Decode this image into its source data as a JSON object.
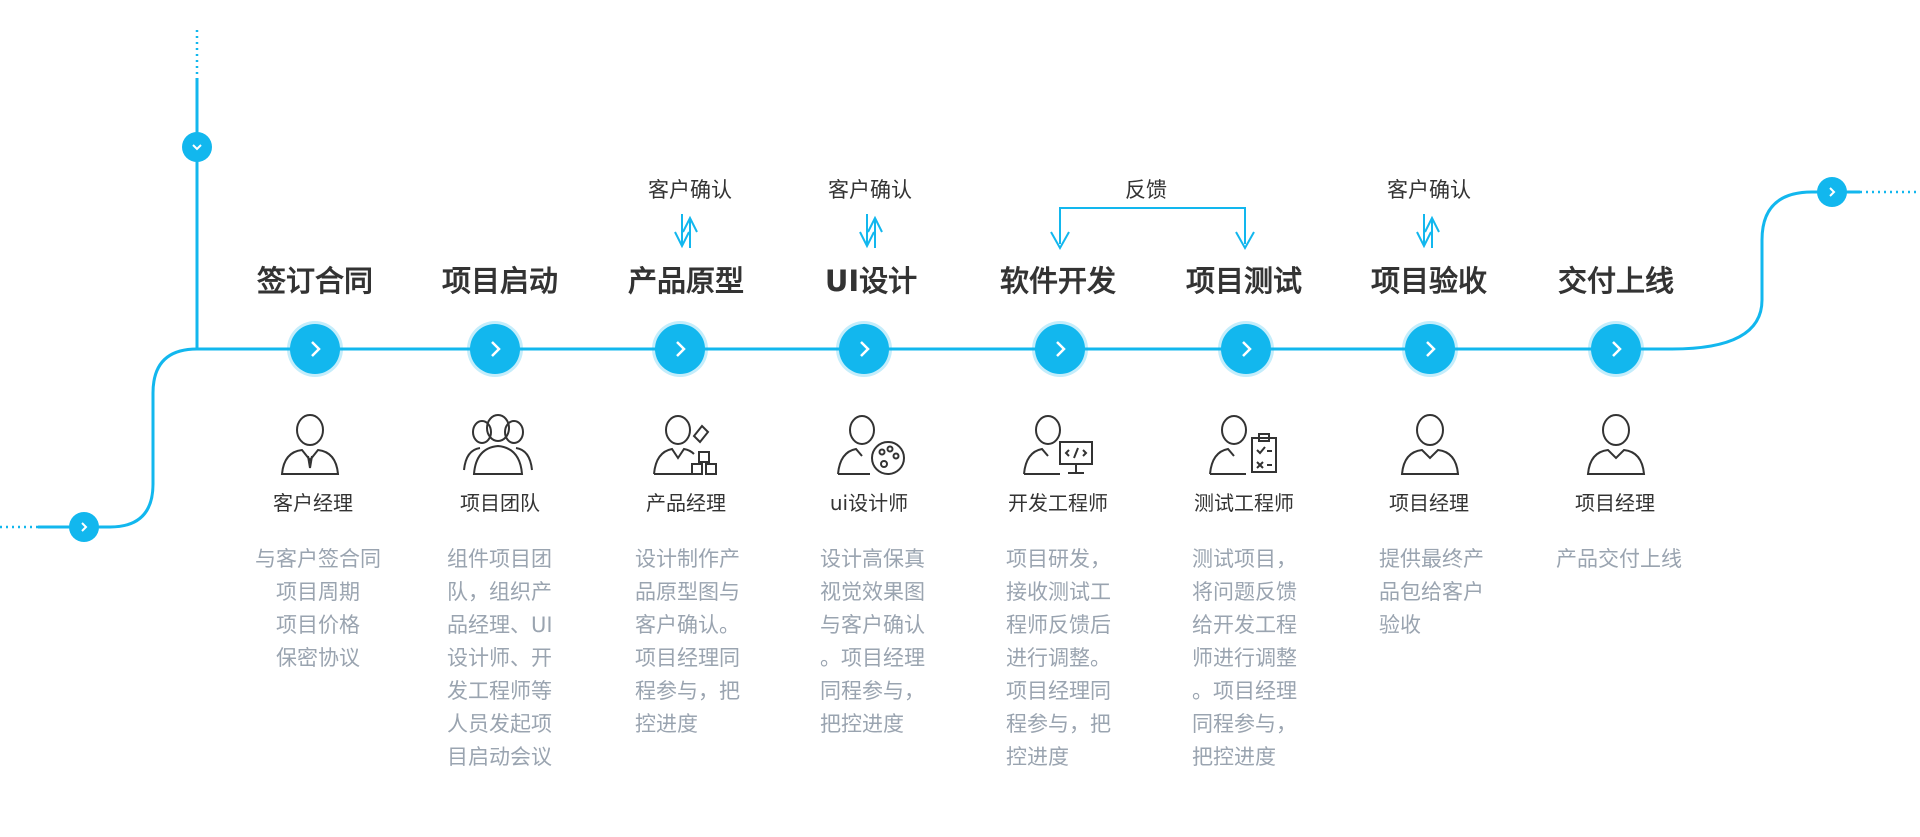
{
  "stages": [
    {
      "title": "签订合同",
      "role": "客户经理",
      "icon": "client-manager-icon",
      "desc": [
        "与客户签合同",
        "项目周期",
        "项目价格",
        "保密协议"
      ],
      "desc_align": "center"
    },
    {
      "title": "项目启动",
      "role": "项目团队",
      "icon": "team-icon",
      "desc": [
        "组件项目团",
        "队，组织产",
        "品经理、UI",
        "设计师、开",
        "发工程师等",
        "人员发起项",
        "目启动会议"
      ],
      "desc_align": "left"
    },
    {
      "title": "产品原型",
      "role": "产品经理",
      "icon": "product-manager-icon",
      "desc": [
        "设计制作产",
        "品原型图与",
        "客户确认。",
        "项目经理同",
        "程参与，把",
        "控进度"
      ],
      "desc_align": "left"
    },
    {
      "title": "UI设计",
      "role": "ui设计师",
      "icon": "ui-designer-icon",
      "desc": [
        "设计高保真",
        "视觉效果图",
        "与客户确认",
        "。项目经理",
        "同程参与，",
        "把控进度"
      ],
      "desc_align": "left"
    },
    {
      "title": "软件开发",
      "role": "开发工程师",
      "icon": "developer-icon",
      "desc": [
        "项目研发，",
        "接收测试工",
        "程师反馈后",
        "进行调整。",
        "项目经理同",
        "程参与，把",
        "控进度"
      ],
      "desc_align": "left"
    },
    {
      "title": "项目测试",
      "role": "测试工程师",
      "icon": "tester-icon",
      "desc": [
        "测试项目，",
        "将问题反馈",
        "给开发工程",
        "师进行调整",
        "。项目经理",
        "同程参与，",
        "把控进度"
      ],
      "desc_align": "left"
    },
    {
      "title": "项目验收",
      "role": "项目经理",
      "icon": "project-manager-icon",
      "desc": [
        "提供最终产",
        "品包给客户",
        "验收"
      ],
      "desc_align": "left"
    },
    {
      "title": "交付上线",
      "role": "项目经理",
      "icon": "project-manager-icon",
      "desc": [
        "产品交付上线"
      ],
      "desc_align": "center"
    }
  ],
  "annotations": [
    {
      "text": "客户确认",
      "stage_index": 2,
      "type": "confirm"
    },
    {
      "text": "客户确认",
      "stage_index": 3,
      "type": "confirm"
    },
    {
      "text": "反馈",
      "stage_index": [
        4,
        5
      ],
      "type": "feedback"
    },
    {
      "text": "客户确认",
      "stage_index": 6,
      "type": "confirm"
    }
  ],
  "colors": {
    "accent": "#12b7ee",
    "title": "#333333",
    "desc": "#9aa4b0",
    "line": "#12b7ee"
  }
}
